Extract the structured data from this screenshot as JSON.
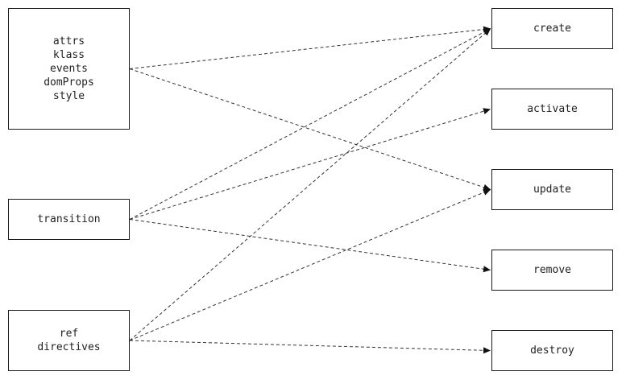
{
  "sources": [
    {
      "id": "data",
      "lines": [
        "attrs",
        "klass",
        "events",
        "domProps",
        "style"
      ]
    },
    {
      "id": "transition",
      "lines": [
        "transition"
      ]
    },
    {
      "id": "refdir",
      "lines": [
        "ref",
        "directives"
      ]
    }
  ],
  "targets": [
    {
      "id": "create",
      "label": "create"
    },
    {
      "id": "activate",
      "label": "activate"
    },
    {
      "id": "update",
      "label": "update"
    },
    {
      "id": "remove",
      "label": "remove"
    },
    {
      "id": "destroy",
      "label": "destroy"
    }
  ],
  "edges": [
    {
      "from": "data",
      "to": "create"
    },
    {
      "from": "data",
      "to": "update"
    },
    {
      "from": "transition",
      "to": "create"
    },
    {
      "from": "transition",
      "to": "activate"
    },
    {
      "from": "transition",
      "to": "remove"
    },
    {
      "from": "refdir",
      "to": "create"
    },
    {
      "from": "refdir",
      "to": "update"
    },
    {
      "from": "refdir",
      "to": "destroy"
    }
  ]
}
